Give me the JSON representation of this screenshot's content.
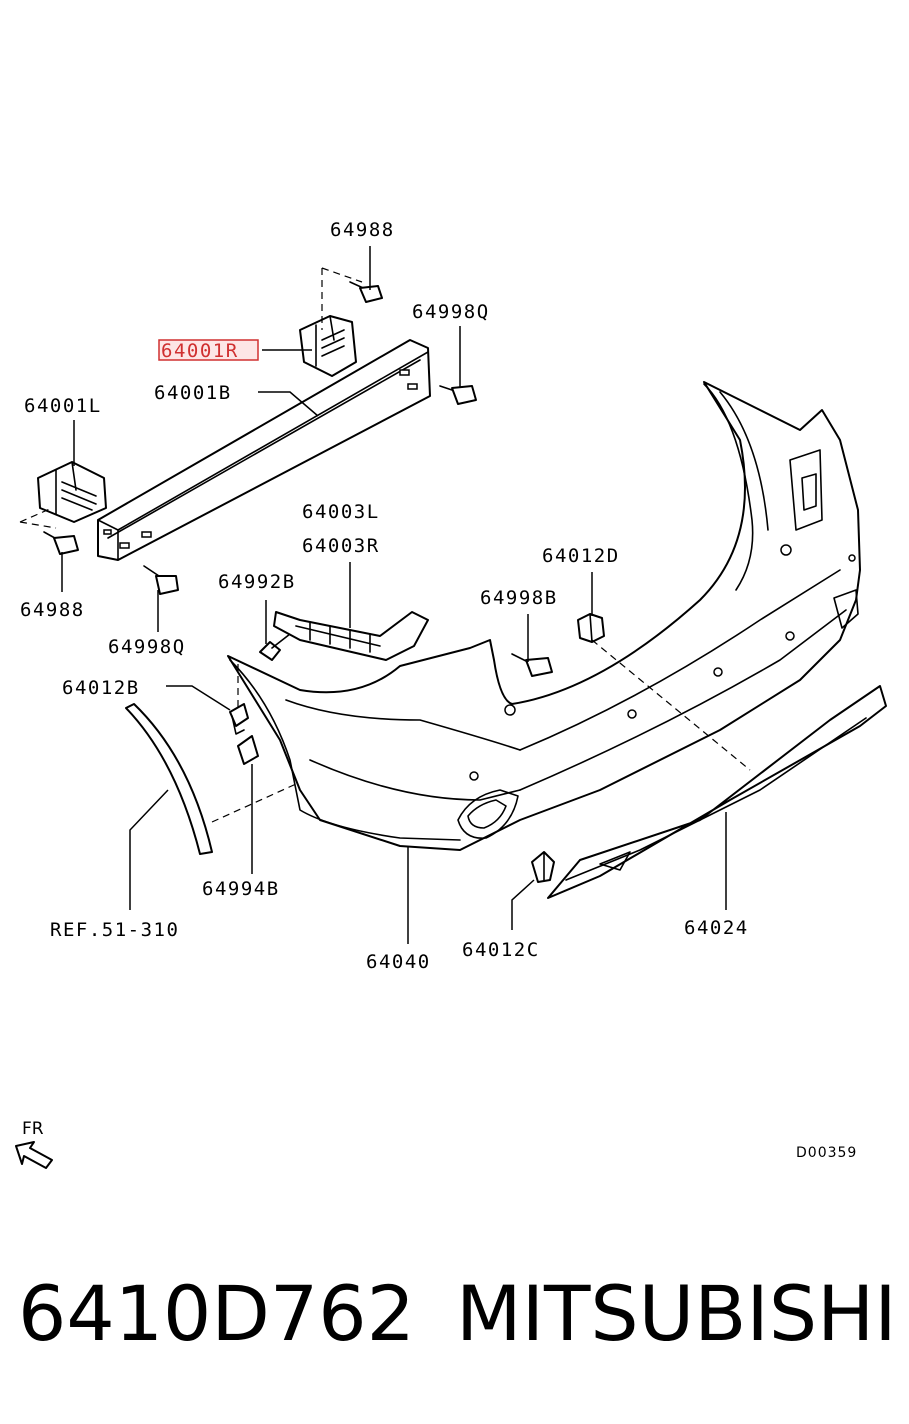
{
  "diagram": {
    "labels": {
      "bolt_top": "64988",
      "bolt_top_right": "64998Q",
      "bracket_right_highlight": "64001R",
      "reinforcement": "64001B",
      "bracket_left": "64001L",
      "bolt_left": "64988",
      "bolt_reinf_lower": "64998Q",
      "support_l": "64003L",
      "support_r": "64003R",
      "screw": "64992B",
      "clip_upper_right": "64012D",
      "bolt_mid": "64998B",
      "clip_left": "64012B",
      "nut": "64994B",
      "ref": "REF.51-310",
      "bumper_cover": "64040",
      "clip_lower": "64012C",
      "lower_garnish": "64024"
    },
    "front_indicator": "FR",
    "diagram_code": "D00359"
  },
  "footer": {
    "part_number": "6410D762",
    "brand": "MITSUBISHI"
  },
  "colors": {
    "line": "#000000",
    "highlight": "#d03030"
  }
}
